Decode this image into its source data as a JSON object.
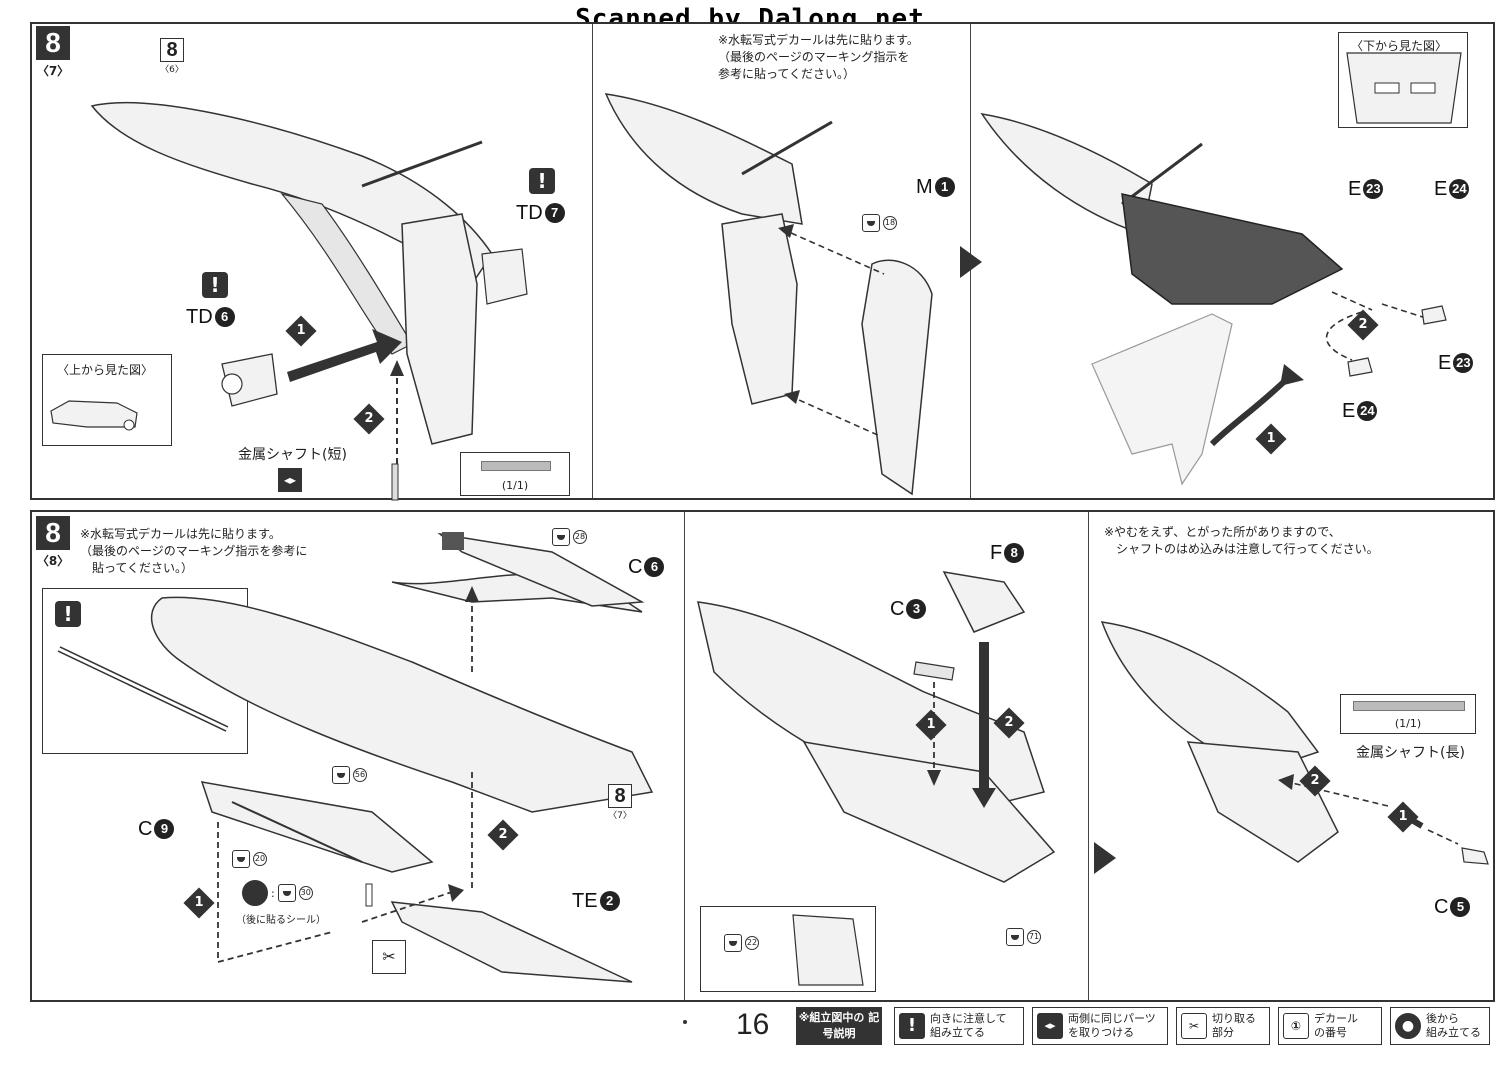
{
  "watermark": "Scanned by Dalong.net",
  "page_number": "16",
  "colors": {
    "ink": "#333333",
    "part_fill": "#f2f2f2",
    "part_dark": "#555555"
  },
  "top_section": {
    "step": "8",
    "step_sub": "〈7〉",
    "ref_step": "8",
    "ref_sub": "〈6〉",
    "excl": "!",
    "part_td7_letters": "TD",
    "part_td7_num": "7",
    "part_td6_letters": "TD",
    "part_td6_num": "6",
    "inset_top_view": "〈上から見た図〉",
    "order_1": "1",
    "order_2": "2",
    "metal_shaft_short": "金属シャフト(短)",
    "shaft_scale": "(1/1)",
    "note_decal": "※水転写式デカールは先に貼ります。\n（最後のページのマーキング指示を\n参考に貼ってください。）",
    "part_m1_letters": "M",
    "part_m1_num": "1",
    "decal_18": "18",
    "inset_bottom_view": "〈下から見た図〉",
    "part_e23_letters": "E",
    "part_e23_num": "23",
    "part_e24_letters": "E",
    "part_e24_num": "24"
  },
  "bottom_section": {
    "step": "8",
    "step_sub": "〈8〉",
    "note_decal": "※水転写式デカールは先に貼ります。\n（最後のページのマーキング指示を参考に\n　貼ってください。）",
    "part_c6_letters": "C",
    "part_c6_num": "6",
    "part_c9_letters": "C",
    "part_c9_num": "9",
    "part_te2_letters": "TE",
    "part_te2_num": "2",
    "ref_step": "8",
    "ref_sub": "〈7〉",
    "decal_28": "28",
    "decal_56": "56",
    "decal_20": "20",
    "decal_30": "30",
    "sticker_later": "（後に貼るシール）",
    "part_f8_letters": "F",
    "part_f8_num": "8",
    "part_c3_letters": "C",
    "part_c3_num": "3",
    "decal_22": "22",
    "decal_71": "71",
    "note_caution": "※やむをえず、とがった所がありますので、\n　シャフトのはめ込みは注意して行ってください。",
    "shaft_scale": "(1/1)",
    "metal_shaft_long": "金属シャフト(長)",
    "part_c5_letters": "C",
    "part_c5_num": "5",
    "order_1": "1",
    "order_2": "2"
  },
  "legend": {
    "title": "※組立図中の\n記号説明",
    "items": [
      {
        "icon": "!",
        "text": "向きに注意して\n組み立てる"
      },
      {
        "icon": "◂▸",
        "text": "両側に同じパーツ\nを取りつける"
      },
      {
        "icon": "✂",
        "text": "切り取る\n部分"
      },
      {
        "icon": "①",
        "text": "デカール\nの番号"
      },
      {
        "icon": "●",
        "text": "後から\n組み立てる"
      }
    ]
  }
}
